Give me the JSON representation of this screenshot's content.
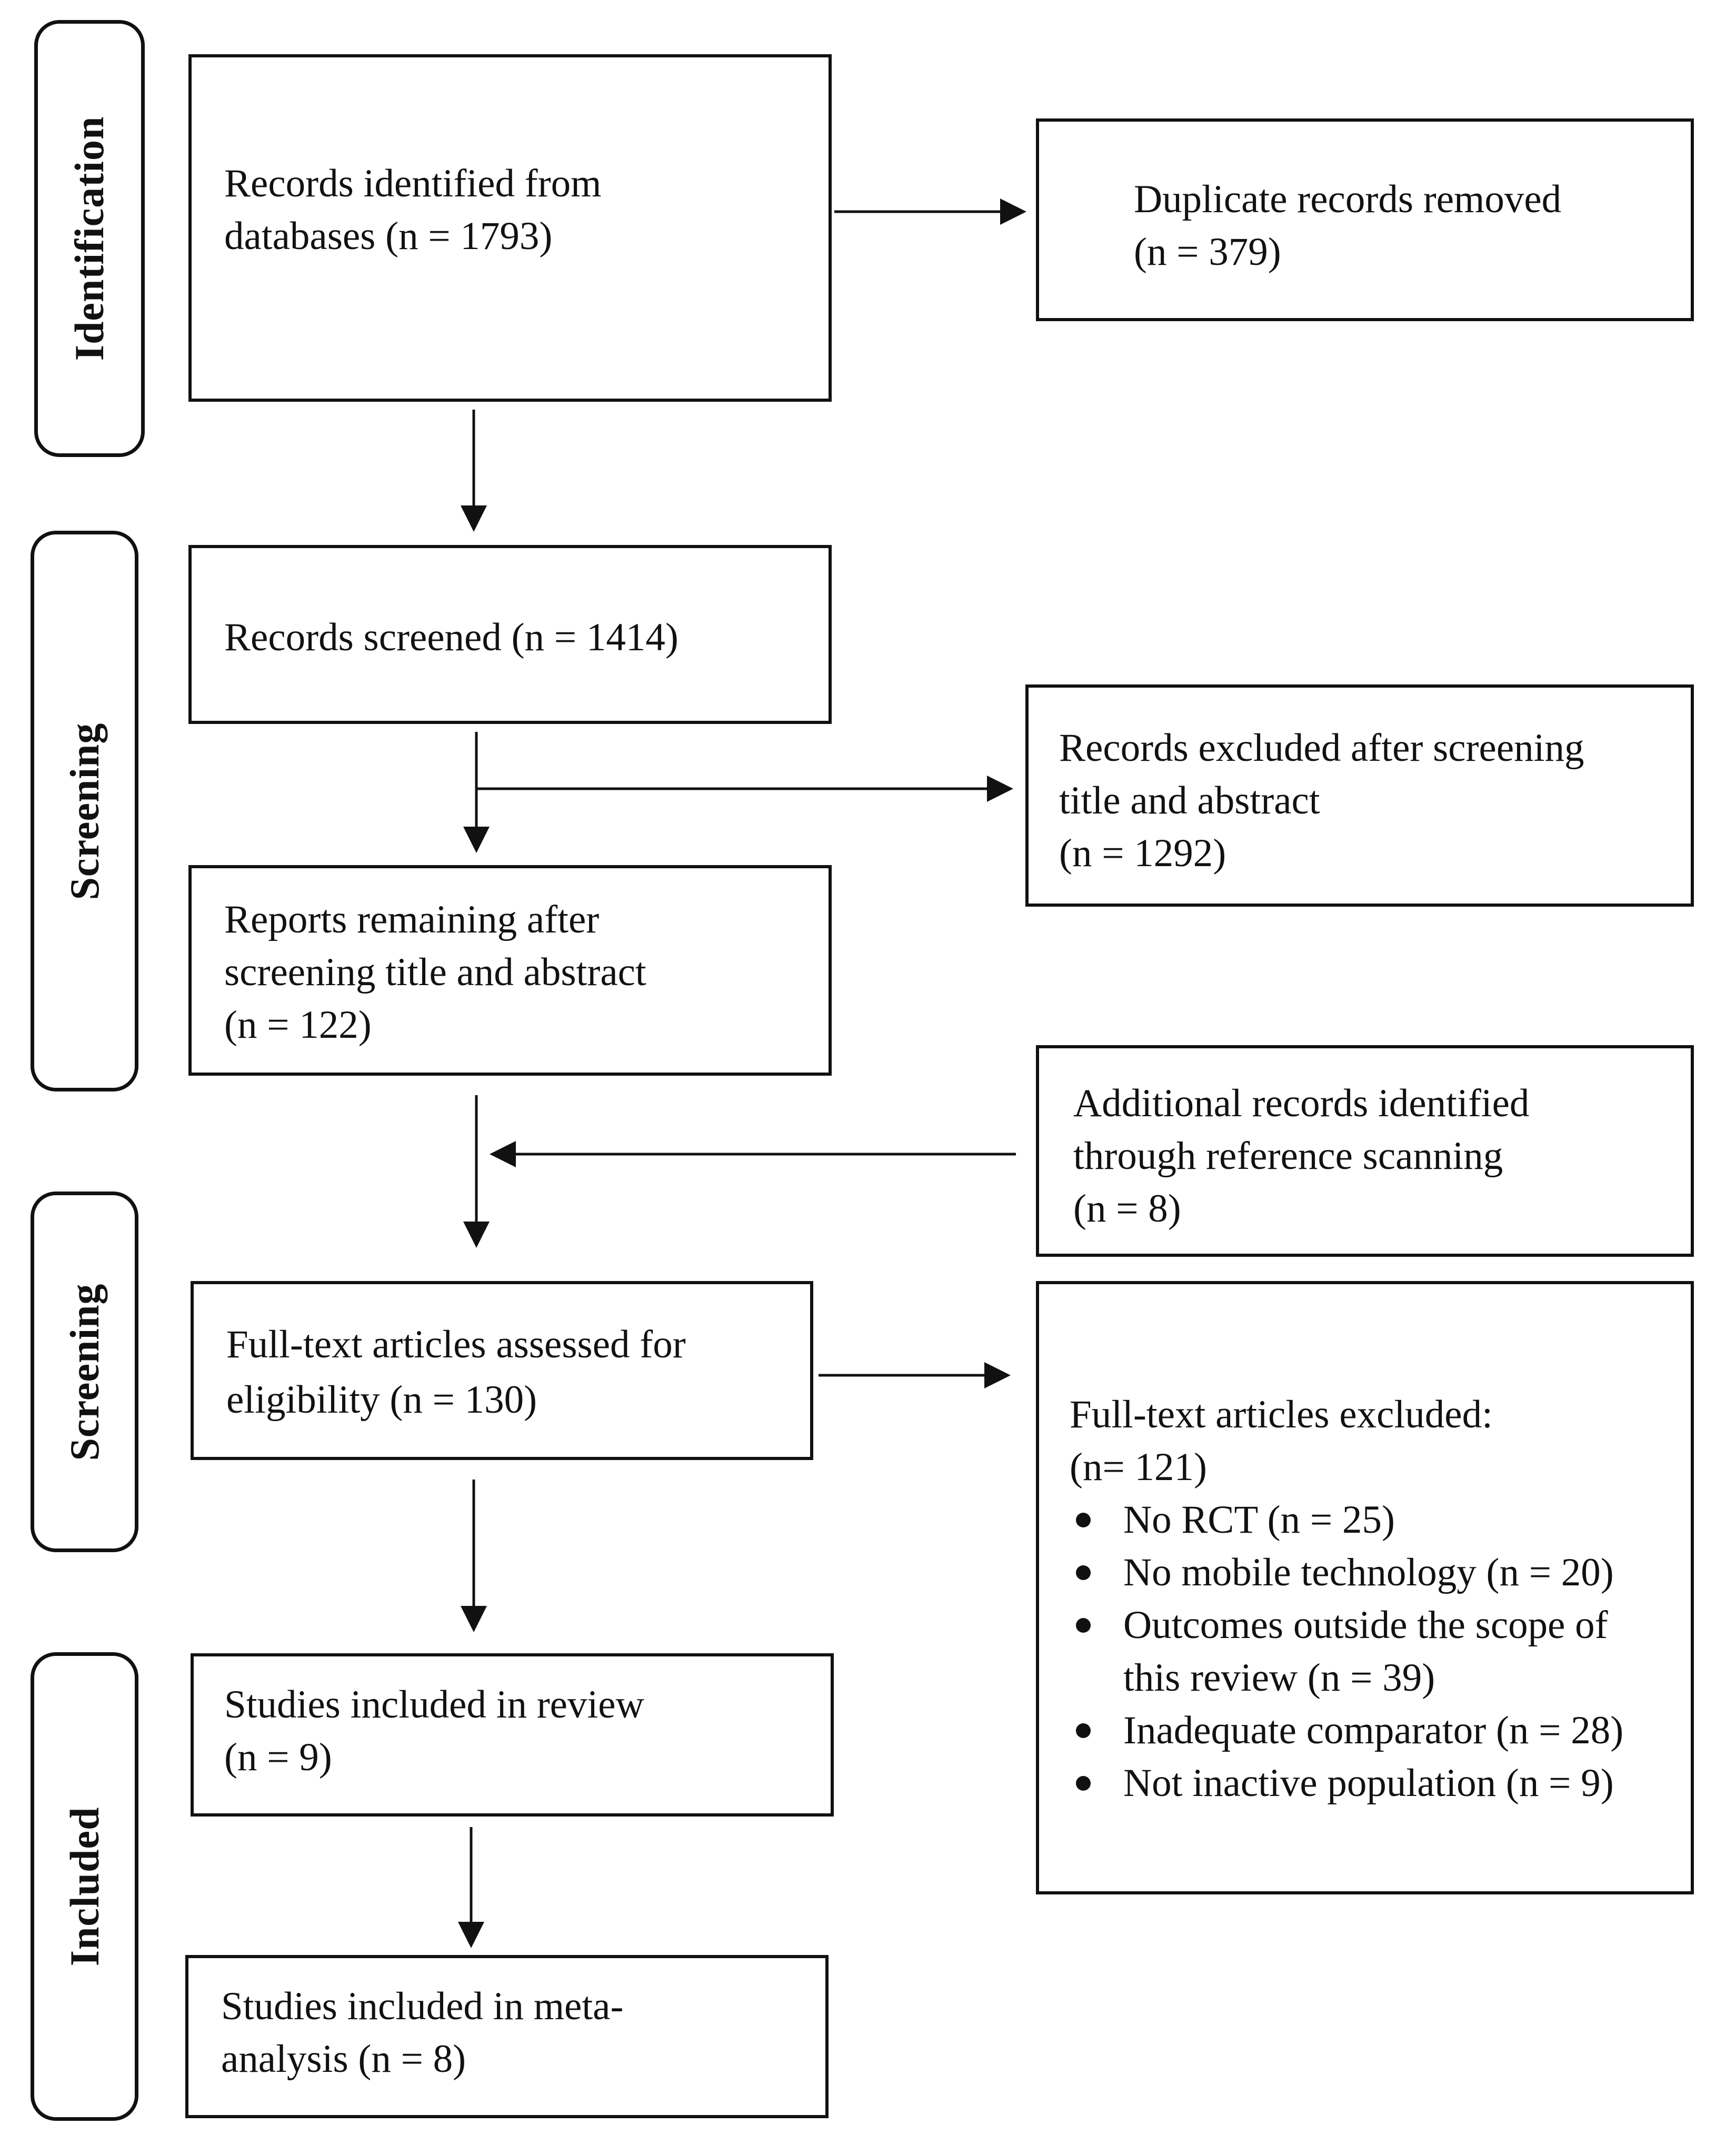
{
  "phases": {
    "identification": "Identification",
    "screening_1": "Screening",
    "screening_2": "Screening",
    "included": "Included"
  },
  "boxes": {
    "records_identified": {
      "line1": "Records identified from",
      "line2": "databases (n = 1793)"
    },
    "duplicates_removed": {
      "line1": "Duplicate records removed",
      "line2": "(n = 379)"
    },
    "records_screened": {
      "line1": "Records screened (n = 1414)"
    },
    "records_excluded": {
      "line1": "Records excluded after screening",
      "line2": "title and abstract",
      "line3": "(n = 1292)"
    },
    "reports_remaining": {
      "line1": "Reports remaining after",
      "line2": "screening title and abstract",
      "line3": "(n = 122)"
    },
    "additional_records": {
      "line1": "Additional records identified",
      "line2": "through reference scanning",
      "line3": "(n = 8)"
    },
    "fulltext_assessed": {
      "line1": "Full-text articles assessed for",
      "line2": "eligibility (n = 130)"
    },
    "fulltext_excluded": {
      "line1": "Full-text articles excluded:",
      "line2": "(n= 121)",
      "reasons": [
        "No RCT (n = 25)",
        "No mobile technology (n = 20)",
        "Outcomes outside the scope of",
        "Inadequate comparator (n = 28)",
        "Not inactive population (n = 9)"
      ],
      "reason_continuation": "this review (n = 39)"
    },
    "studies_review": {
      "line1": "Studies included in review",
      "line2": "(n = 9)"
    },
    "studies_meta": {
      "line1": "Studies included in meta-",
      "line2": "analysis (n = 8)"
    }
  }
}
